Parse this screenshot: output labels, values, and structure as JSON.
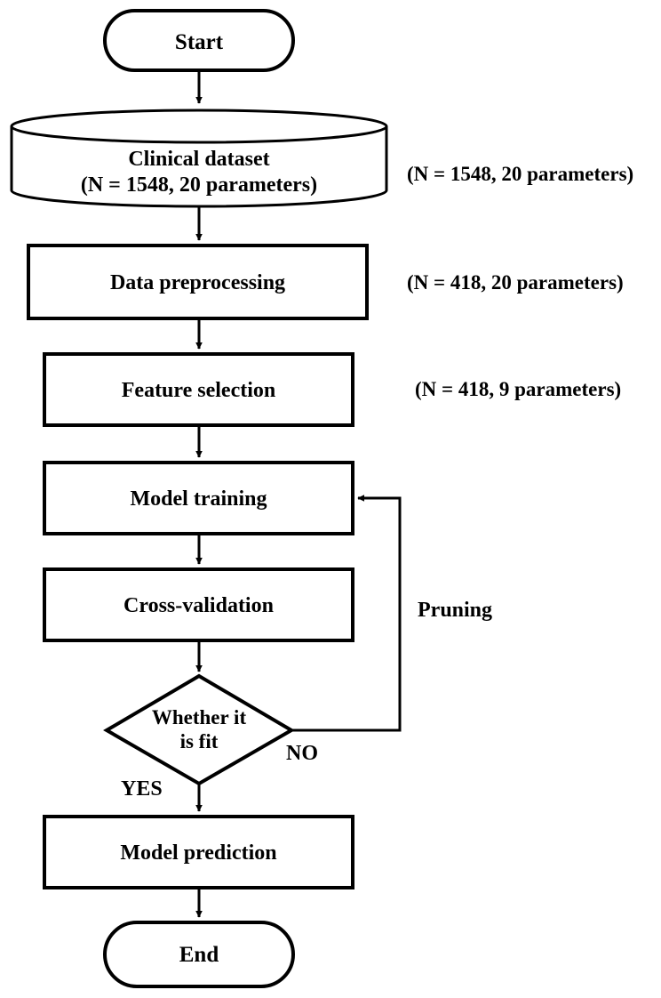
{
  "diagram": {
    "type": "flowchart",
    "title": "",
    "orientation": "top-to-bottom",
    "background_color": "#ffffff",
    "stroke_color": "#000000",
    "text_color": "#000000"
  },
  "nodes": {
    "start": {
      "label": "Start",
      "shape": "stadium"
    },
    "clinical_dataset": {
      "label": "Clinical dataset\n(N = 1548, 20 parameters)",
      "line1": "Clinical dataset",
      "line2": "(N = 1548, 20 parameters)",
      "shape": "cylinder"
    },
    "data_preprocessing": {
      "label": "Data preprocessing",
      "shape": "rectangle"
    },
    "feature_selection": {
      "label": "Feature selection",
      "shape": "rectangle"
    },
    "model_training": {
      "label": "Model training",
      "shape": "rectangle"
    },
    "cross_validation": {
      "label": "Cross-validation",
      "shape": "rectangle"
    },
    "decision": {
      "label": "Whether it\nis fit",
      "line1": "Whether it",
      "line2": "is fit",
      "shape": "diamond"
    },
    "model_prediction": {
      "label": "Model prediction",
      "shape": "rectangle"
    },
    "end": {
      "label": "End",
      "shape": "stadium"
    }
  },
  "annotations": [
    {
      "id": "annot-clinical-dataset",
      "text": "(N = 1548, 20 parameters)"
    },
    {
      "id": "annot-data-preprocessing",
      "text": "(N = 418, 20 parameters)"
    },
    {
      "id": "annot-feature-selection",
      "text": "(N = 418, 9 parameters)"
    }
  ],
  "edge_labels": {
    "pruning": "Pruning",
    "no": "NO",
    "yes": "YES"
  }
}
